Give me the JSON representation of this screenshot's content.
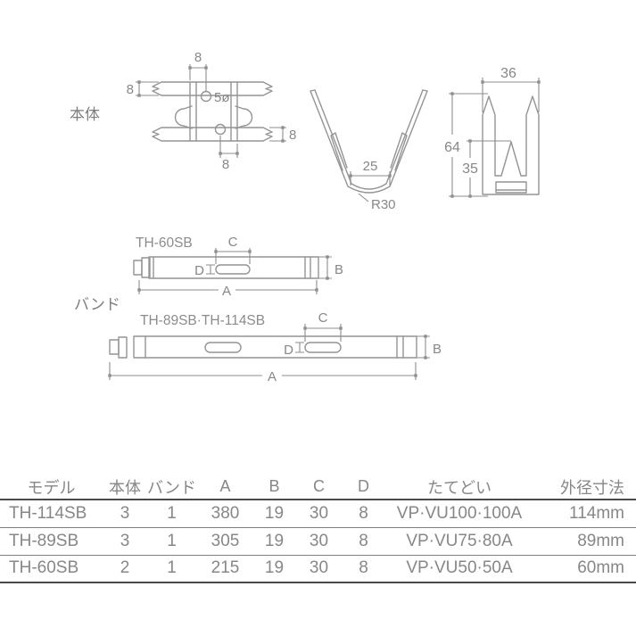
{
  "colors": {
    "background": "#ffffff",
    "part_line": "#949494",
    "dimension_line": "#8e8e8e",
    "text": "#878787",
    "table_rule_dark": "#4a4a4a",
    "table_rule_light": "#7e7e7e"
  },
  "drawings": {
    "body": {
      "label": "本体",
      "dim_top": "8",
      "dim_left": "8",
      "dim_right": "8",
      "dim_bottom": "8",
      "hole_label": "5ø"
    },
    "vclip": {
      "dim_width": "25",
      "dim_radius": "R30"
    },
    "front": {
      "dim_width": "36",
      "dim_height": "64",
      "dim_inner": "35"
    },
    "bands": {
      "label": "バンド",
      "band1_title": "TH-60SB",
      "band2_title": "TH-89SB·TH-114SB",
      "dim_a": "A",
      "dim_b": "B",
      "dim_c": "C",
      "dim_d": "D"
    }
  },
  "table": {
    "headers": [
      "モデル",
      "本体",
      "バンド",
      "A",
      "B",
      "C",
      "D",
      "たてどい",
      "外径寸法"
    ],
    "rows": [
      [
        "TH-114SB",
        "3",
        "1",
        "380",
        "19",
        "30",
        "8",
        "VP·VU100·100A",
        "114mm"
      ],
      [
        "TH-89SB",
        "3",
        "1",
        "305",
        "19",
        "30",
        "8",
        "VP·VU75·80A",
        "89mm"
      ],
      [
        "TH-60SB",
        "2",
        "1",
        "215",
        "19",
        "30",
        "8",
        "VP·VU50·50A",
        "60mm"
      ]
    ]
  }
}
